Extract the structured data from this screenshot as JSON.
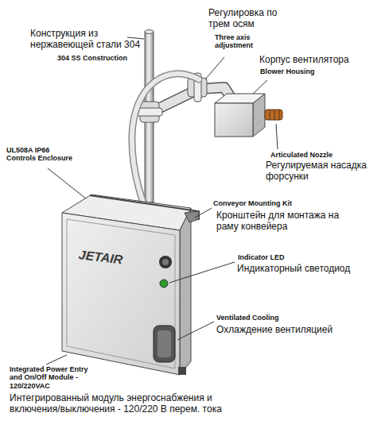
{
  "diagram": {
    "labels": [
      "Конструкция из нержавеющей стали 304",
      "304 SS Construction",
      "Регулировка по трем осям",
      "Three axis adjustment",
      "Корпус вентилятора",
      "Blower Housing",
      "UL508A IP66 Controls Enclosure",
      "Articulated Nozzle",
      "Регулируемая насадка форсунки",
      "Conveyor Mounting Kit",
      "Кронштейн для монтажа на раму конвейера",
      "JETAIR",
      "Indicator LED",
      "Индикаторный светодиод",
      "Ventilated Cooling",
      "Охлаждение вентиляцией",
      "Integrated Power Entry and On/Off Module - 120/220VAC",
      "Интегрированный модуль энергоснабжения и включения/выключения - 120/220 В перем. тока"
    ]
  }
}
